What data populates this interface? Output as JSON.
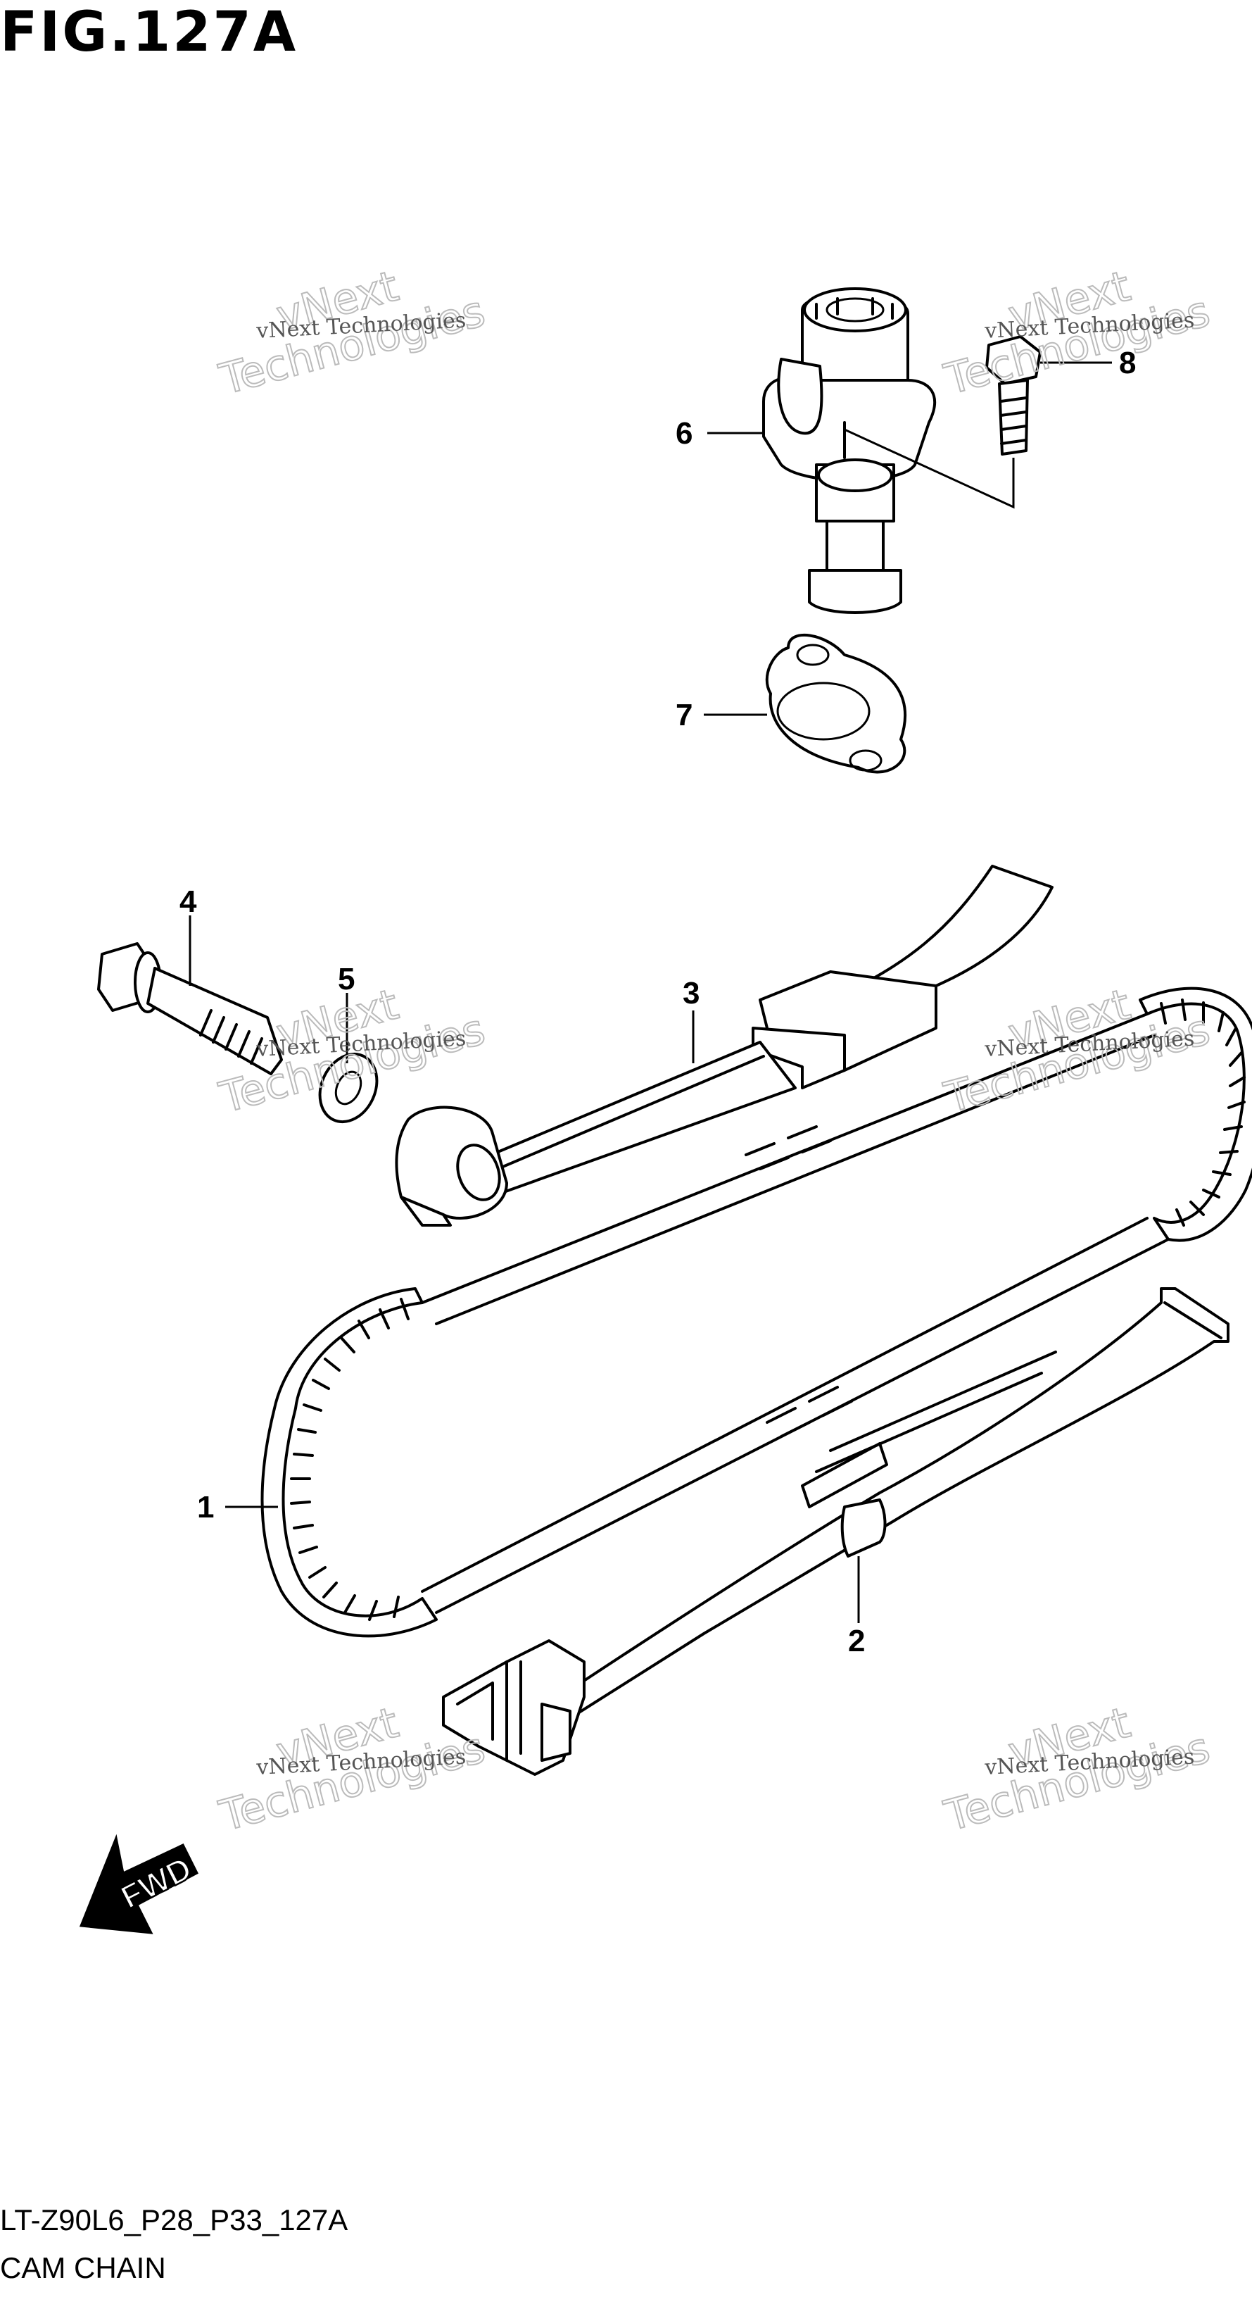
{
  "figure": {
    "title": "FIG.127A",
    "drawing_code": "LT-Z90L6_P28_P33_127A",
    "drawing_name": "CAM CHAIN"
  },
  "callouts": [
    {
      "id": "1",
      "part": "cam chain"
    },
    {
      "id": "2",
      "part": "cam chain guide"
    },
    {
      "id": "3",
      "part": "cam chain tensioner"
    },
    {
      "id": "4",
      "part": "bolt"
    },
    {
      "id": "5",
      "part": "washer"
    },
    {
      "id": "6",
      "part": "cam chain tension adjuster"
    },
    {
      "id": "7",
      "part": "gasket"
    },
    {
      "id": "8",
      "part": "bolt"
    }
  ],
  "watermark": {
    "line1": "vNext Technologies",
    "line2a": "vNext",
    "line2b": "Technologies"
  },
  "direction_label": "FWD"
}
